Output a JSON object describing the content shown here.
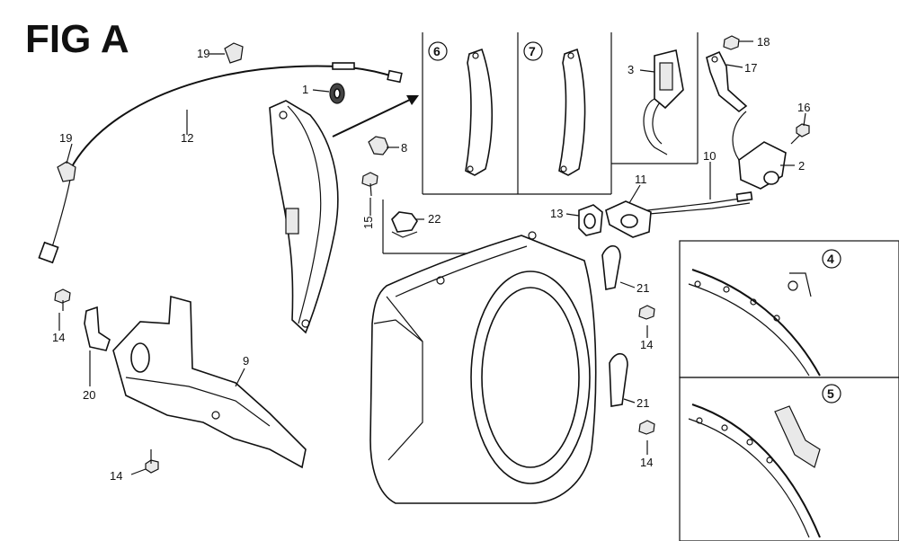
{
  "figure": {
    "title": "FIG A",
    "callouts": {
      "c1": "1",
      "c2": "2",
      "c3": "3",
      "c8": "8",
      "c9": "9",
      "c10": "10",
      "c11": "11",
      "c12": "12",
      "c13": "13",
      "c14a": "14",
      "c14b": "14",
      "c14c": "14",
      "c14d": "14",
      "c15": "15",
      "c16": "16",
      "c17": "17",
      "c18": "18",
      "c19a": "19",
      "c19b": "19",
      "c20": "20",
      "c21a": "21",
      "c21b": "21",
      "c22": "22"
    },
    "detail_labels": {
      "d4": "4",
      "d5": "5",
      "d6": "6",
      "d7": "7"
    }
  }
}
